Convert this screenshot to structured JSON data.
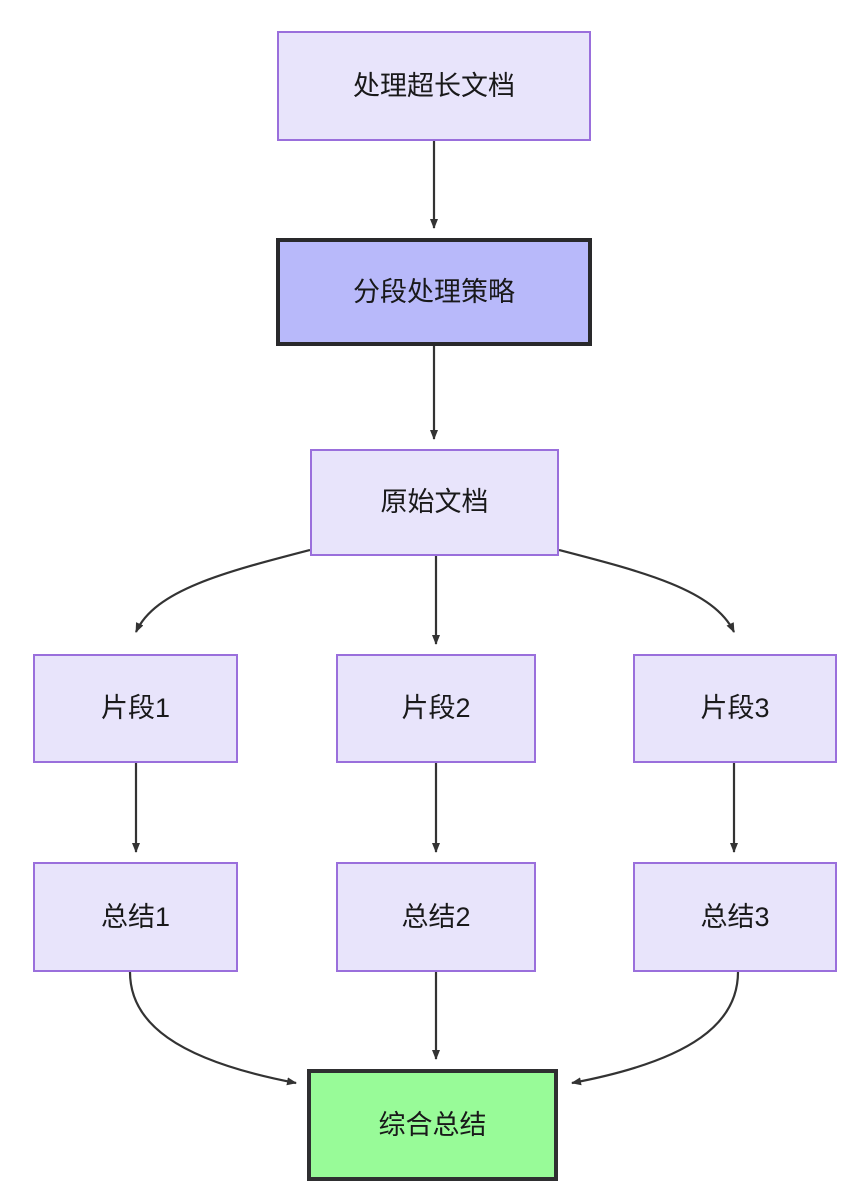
{
  "diagram": {
    "type": "flowchart",
    "direction": "top-down",
    "title": "处理超长文档",
    "background_color": "#ffffff",
    "edge_color": "#333333",
    "styles": {
      "default_fill": "#e8e4fb",
      "default_stroke": "#9a6fdc",
      "strategy_fill": "#b8b9fa",
      "strategy_stroke": "#29292b",
      "final_fill": "#98fb98",
      "final_stroke": "#2f2f31",
      "text_color": "#19191a"
    },
    "nodes": [
      {
        "id": "process-long-doc",
        "label": "处理超长文档",
        "style": "default"
      },
      {
        "id": "chunk-strategy",
        "label": "分段处理策略",
        "style": "strategy"
      },
      {
        "id": "original-doc",
        "label": "原始文档",
        "style": "default"
      },
      {
        "id": "fragment-1",
        "label": "片段1",
        "style": "default"
      },
      {
        "id": "fragment-2",
        "label": "片段2",
        "style": "default"
      },
      {
        "id": "fragment-3",
        "label": "片段3",
        "style": "default"
      },
      {
        "id": "summary-1",
        "label": "总结1",
        "style": "default"
      },
      {
        "id": "summary-2",
        "label": "总结2",
        "style": "default"
      },
      {
        "id": "summary-3",
        "label": "总结3",
        "style": "default"
      },
      {
        "id": "final-summary",
        "label": "综合总结",
        "style": "final"
      }
    ],
    "edges": [
      {
        "from": "process-long-doc",
        "to": "chunk-strategy",
        "shape": "straight",
        "arrow": true
      },
      {
        "from": "chunk-strategy",
        "to": "original-doc",
        "shape": "straight",
        "arrow": true
      },
      {
        "from": "original-doc",
        "to": "fragment-1",
        "shape": "curved",
        "arrow": true
      },
      {
        "from": "original-doc",
        "to": "fragment-2",
        "shape": "straight",
        "arrow": true
      },
      {
        "from": "original-doc",
        "to": "fragment-3",
        "shape": "curved",
        "arrow": true
      },
      {
        "from": "fragment-1",
        "to": "summary-1",
        "shape": "straight",
        "arrow": true
      },
      {
        "from": "fragment-2",
        "to": "summary-2",
        "shape": "straight",
        "arrow": true
      },
      {
        "from": "fragment-3",
        "to": "summary-3",
        "shape": "straight",
        "arrow": true
      },
      {
        "from": "summary-1",
        "to": "final-summary",
        "shape": "curved",
        "arrow": true
      },
      {
        "from": "summary-2",
        "to": "final-summary",
        "shape": "straight",
        "arrow": true
      },
      {
        "from": "summary-3",
        "to": "final-summary",
        "shape": "curved",
        "arrow": true
      }
    ]
  }
}
